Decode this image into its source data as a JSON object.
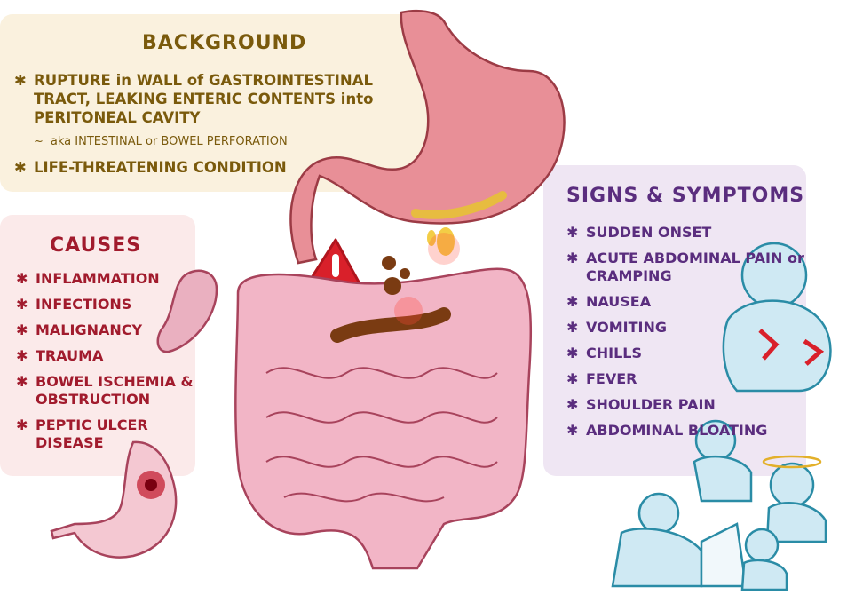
{
  "background": {
    "title": "BACKGROUND",
    "items": [
      "RUPTURE in WALL of GASTROINTESTINAL TRACT, LEAKING ENTERIC CONTENTS into PERITONEAL CAVITY",
      "LIFE-THREATENING CONDITION"
    ],
    "aka": "aka INTESTINAL or BOWEL PERFORATION"
  },
  "causes": {
    "title": "CAUSES",
    "items": [
      "INFLAMMATION",
      "INFECTIONS",
      "MALIGNANCY",
      "TRAUMA",
      "BOWEL ISCHEMIA & OBSTRUCTION",
      "PEPTIC ULCER DISEASE"
    ]
  },
  "signs": {
    "title": "SIGNS & SYMPTOMS",
    "items": [
      "SUDDEN ONSET",
      "ACUTE ABDOMINAL PAIN or CRAMPING",
      "NAUSEA",
      "VOMITING",
      "CHILLS",
      "FEVER",
      "SHOULDER PAIN",
      "ABDOMINAL BLOATING"
    ]
  },
  "colors": {
    "background_panel": "#faf1de",
    "causes_panel": "#fbeaea",
    "signs_panel": "#efe6f3",
    "intestine": "#f2b5c6",
    "warning": "#d9202a",
    "figure": "#cfe9f3"
  },
  "icons": [
    "warning-icon",
    "stomach-illustration",
    "intestines-illustration",
    "ulcer-stomach-illustration",
    "appendix-illustration",
    "patient-figures"
  ]
}
